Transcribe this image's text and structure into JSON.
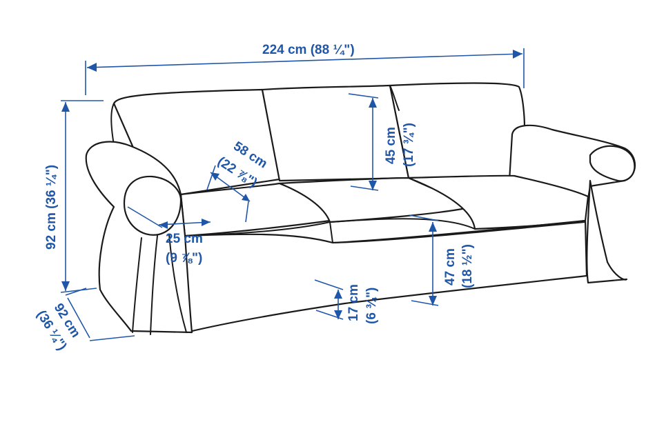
{
  "colors": {
    "dimension": "#1f56a8",
    "outline": "#1a1a1a",
    "background": "#ffffff"
  },
  "dimensions": {
    "total_width": "224 cm (88 ¼\")",
    "total_height_1": "92 cm (36 ¼\")",
    "depth_1": "92 cm",
    "depth_2": "(36 ¼\")",
    "seat_depth_1": "58 cm",
    "seat_depth_2": "(22 ⅞\")",
    "back_height_1": "45 cm",
    "back_height_2": "(17 ¾\")",
    "arm_width_1": "25 cm",
    "arm_width_2": "(9 ⅞\")",
    "seat_height_1": "47 cm",
    "seat_height_2": "(18 ½\")",
    "clearance_1": "17 cm",
    "clearance_2": "(6 ¾\")"
  }
}
